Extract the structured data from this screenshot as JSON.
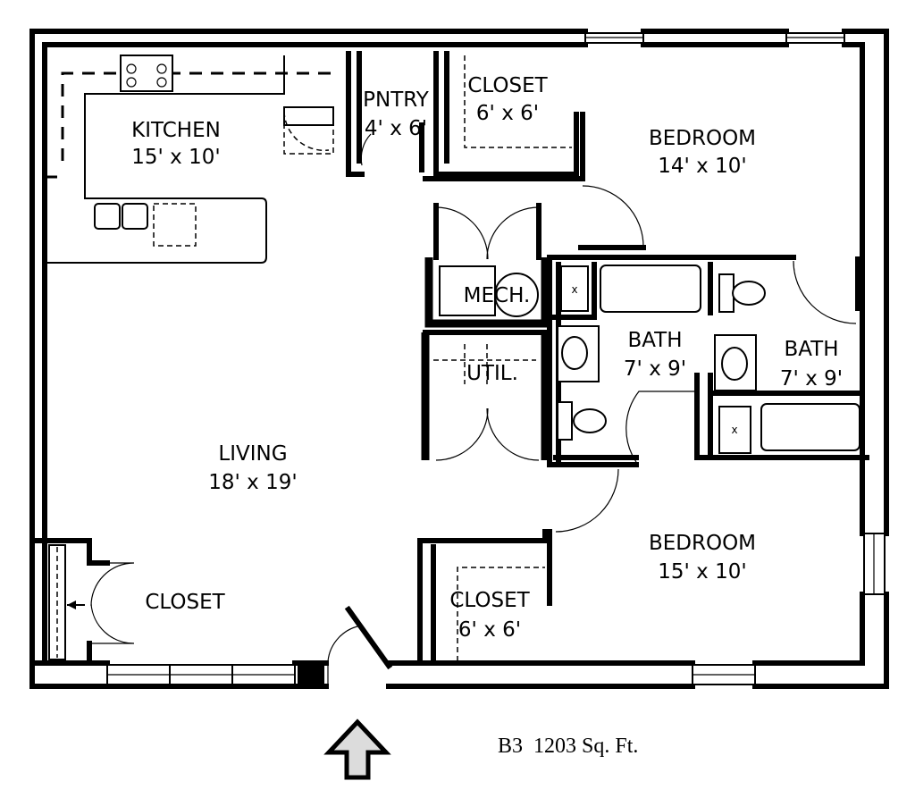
{
  "rooms": {
    "kitchen": {
      "name": "KITCHEN",
      "size": "15' x 10'"
    },
    "pantry": {
      "name": "PNTRY",
      "size": "4' x 6'"
    },
    "closet_top": {
      "name": "CLOSET",
      "size": "6' x 6'"
    },
    "bedroom_top": {
      "name": "BEDROOM",
      "size": "14' x 10'"
    },
    "mech": {
      "name": "MECH."
    },
    "util": {
      "name": "UTIL."
    },
    "bath_center": {
      "name": "BATH",
      "size": "7' x 9'"
    },
    "bath_right": {
      "name": "BATH",
      "size": "7' x 9'"
    },
    "living": {
      "name": "LIVING",
      "size": "18' x 19'"
    },
    "bedroom_bottom": {
      "name": "BEDROOM",
      "size": "15' x 10'"
    },
    "closet_bottom": {
      "name": "CLOSET",
      "size": "6' x 6'"
    },
    "closet_entry": {
      "name": "CLOSET"
    }
  },
  "caption": "B3  1203 Sq. Ft.",
  "icons": {
    "entry": "up-arrow-icon"
  },
  "colors": {
    "arrow_fill": "#dcdcdc"
  }
}
